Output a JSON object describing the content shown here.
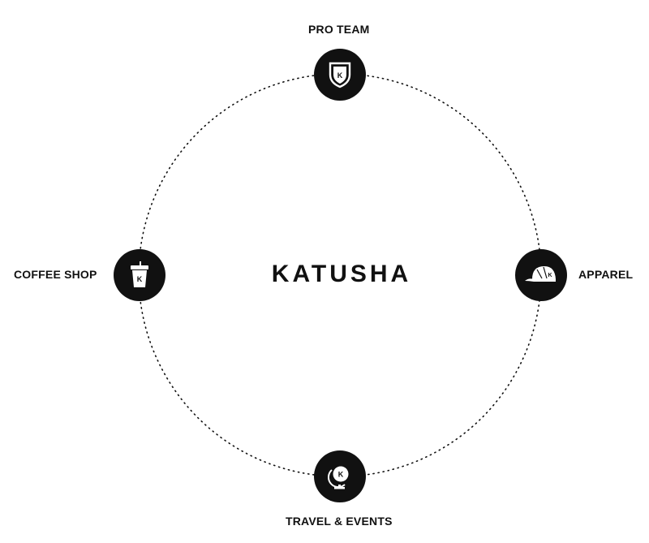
{
  "brand": {
    "wordmark": "KATUSHA"
  },
  "nodes": {
    "pro_team": {
      "label": "PRO TEAM",
      "icon": "shield-icon",
      "badge": "K"
    },
    "apparel": {
      "label": "APPAREL",
      "icon": "cycling-cap-icon",
      "badge": "K"
    },
    "travel_events": {
      "label": "TRAVEL & EVENTS",
      "icon": "globe-icon",
      "badge": "K"
    },
    "coffee_shop": {
      "label": "COFFEE SHOP",
      "icon": "coffee-cup-icon",
      "badge": "K"
    }
  },
  "colors": {
    "ink": "#111111",
    "background": "#ffffff"
  }
}
